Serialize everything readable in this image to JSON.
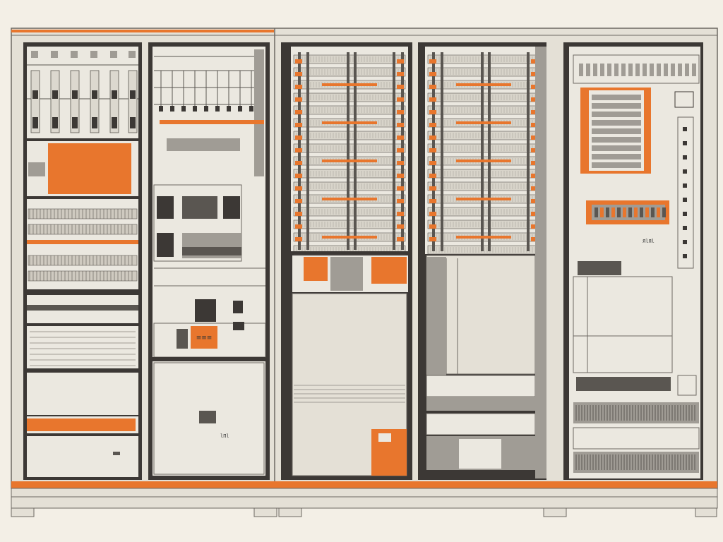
{
  "scene": {
    "subject": "electrical-switchgear-cabinet-illustration",
    "colors": {
      "background": "#f3efe6",
      "cabinet_body": "#e4e0d6",
      "frame_dark": "#3c3835",
      "panel_light": "#ebe8e0",
      "accent_orange": "#e8762d",
      "gray_mid": "#a09c95",
      "gray_dark": "#5a5651"
    }
  },
  "labels": {
    "mid_panel_plate": "lПl",
    "right_panel_tag": "ЯlЯl",
    "orange_nameplate": "≡≡≡"
  },
  "cabinets": [
    {
      "name": "cabinet-left",
      "sections": 6
    },
    {
      "name": "cabinet-center-left",
      "sections": 4
    },
    {
      "name": "cabinet-center",
      "sections": 3
    },
    {
      "name": "cabinet-center-right",
      "sections": 3
    },
    {
      "name": "cabinet-right",
      "sections": 5
    }
  ]
}
